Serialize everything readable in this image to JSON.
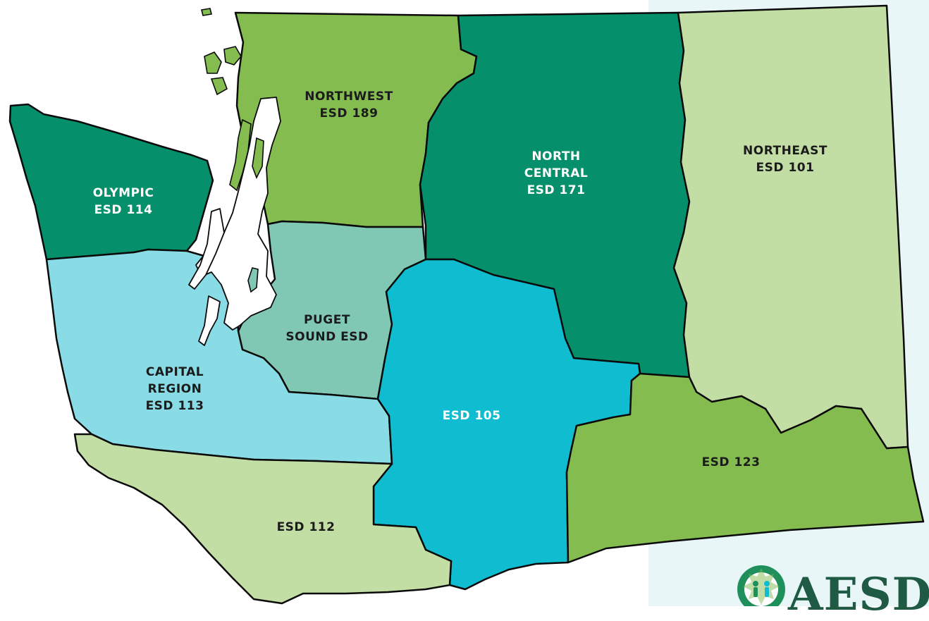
{
  "regions": [
    {
      "id": "olympic",
      "lines": [
        "OLYMPIC",
        "ESD 114"
      ],
      "color": "#058f6a"
    },
    {
      "id": "northwest",
      "lines": [
        "NORTHWEST",
        "ESD 189"
      ],
      "color": "#84bc4f"
    },
    {
      "id": "north-central",
      "lines": [
        "NORTH",
        "CENTRAL",
        "ESD 171"
      ],
      "color": "#058f6a"
    },
    {
      "id": "northeast",
      "lines": [
        "NORTHEAST",
        "ESD 101"
      ],
      "color": "#c3dea4"
    },
    {
      "id": "puget-sound",
      "lines": [
        "PUGET",
        "SOUND ESD"
      ],
      "color": "#80c8b3"
    },
    {
      "id": "capital-region",
      "lines": [
        "CAPITAL",
        "REGION",
        "ESD 113"
      ],
      "color": "#89dce5"
    },
    {
      "id": "esd-105",
      "lines": [
        "ESD 105"
      ],
      "color": "#10bccf"
    },
    {
      "id": "esd-123",
      "lines": [
        "ESD 123"
      ],
      "color": "#84bc4f"
    },
    {
      "id": "esd-112",
      "lines": [
        "ESD 112"
      ],
      "color": "#c3dea4"
    }
  ],
  "logo": {
    "text": "AESD",
    "emblem_icon": "aesd-flower-emblem-icon",
    "emblem_color": "#1f8f5c"
  },
  "side_panel_color": "#e8f6f8"
}
